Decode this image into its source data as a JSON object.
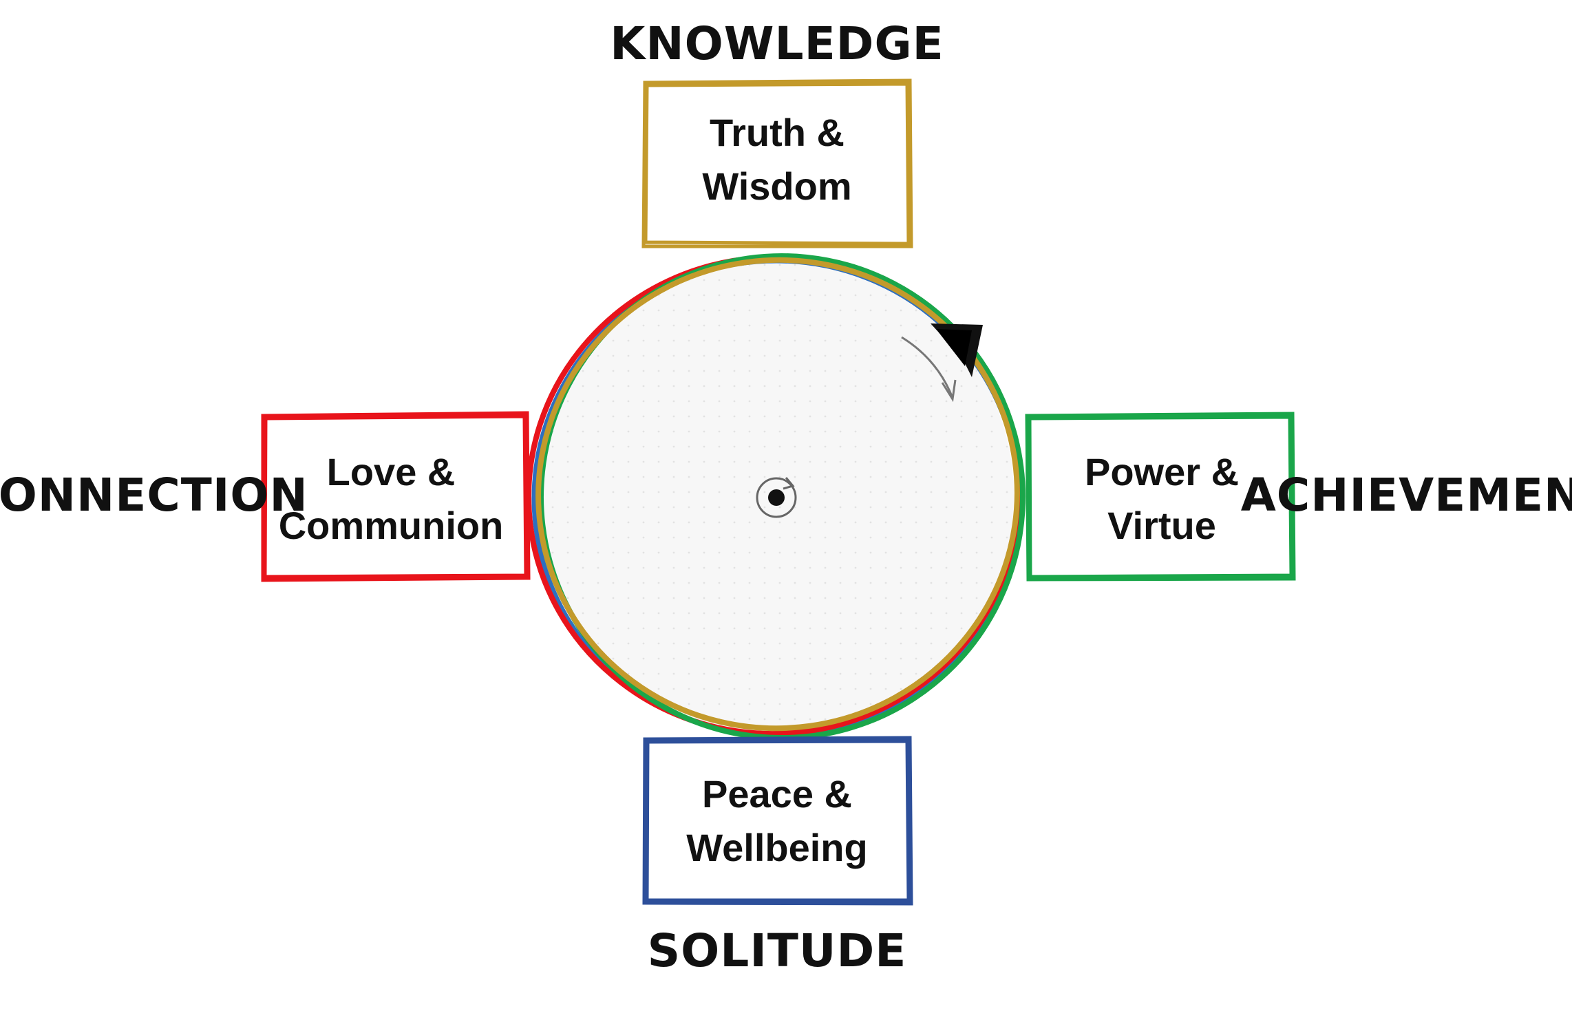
{
  "labels": {
    "top": "KNOWLEDGE",
    "left": "CONNECTION",
    "right": "ACHIEVEMENT",
    "bottom": "SOLITUDE"
  },
  "boxes": {
    "top": {
      "line1": "Truth &",
      "line2": "Wisdom",
      "color": "#c39a2b"
    },
    "left": {
      "line1": "Love &",
      "line2": "Communion",
      "color": "#e8141b"
    },
    "right": {
      "line1": "Power &",
      "line2": "Virtue",
      "color": "#1aa64a"
    },
    "bottom": {
      "line1": "Peace &",
      "line2": "Wellbeing",
      "color": "#2d4f9a"
    }
  },
  "circle": {
    "colors": [
      "#2d6fc0",
      "#e8141b",
      "#1aa64a",
      "#c39a2b"
    ],
    "fill": "#f7f7f7"
  },
  "icons": {
    "arrowhead": "black-arrowhead-icon",
    "direction": "curved-arrow-icon",
    "center": "rotate-center-icon"
  }
}
